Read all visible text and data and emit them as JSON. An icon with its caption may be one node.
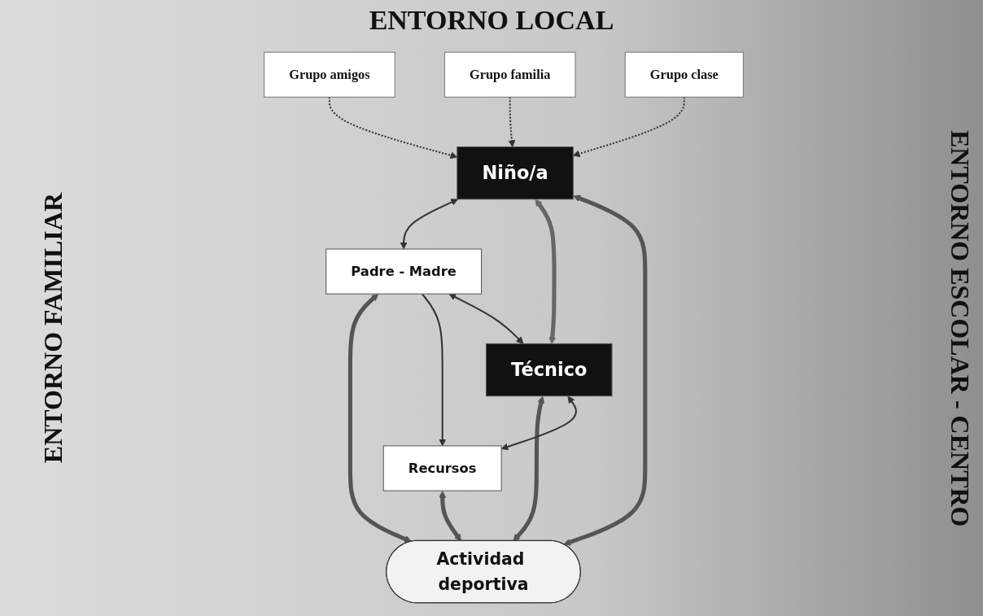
{
  "diagram": {
    "nodes": [
      {
        "text": [
          "Grupo amigos"
        ]
      },
      {
        "text": [
          "Grupo familia"
        ]
      },
      {
        "text": [
          "Niño/a"
        ]
      },
      {
        "text": [
          "Grupo clase"
        ]
      },
      {
        "text": [
          "Padre - Madre"
        ]
      },
      {
        "text": [
          "Actividad deportiva"
        ]
      },
      {
        "text": [
          "Técnico"
        ]
      },
      {
        "text": [
          "Recursos"
        ]
      }
    ],
    "edges": [
      {
        "from": 0,
        "to": 2,
        "arrow": "to",
        "style": "dashed"
      },
      {
        "from": 1,
        "to": 2,
        "arrow": "to",
        "style": "dashed"
      },
      {
        "from": 3,
        "to": 2,
        "arrow": "to",
        "style": "dashed"
      },
      {
        "from": 2,
        "to": 4,
        "arrow": "both"
      },
      {
        "from": 2,
        "to": 6,
        "arrow": "both",
        "style": "thick",
        "color": "#666666"
      },
      {
        "from": 2,
        "to": 5,
        "arrow": "both",
        "style": "thick",
        "color": "#555555"
      },
      {
        "from": 4,
        "to": 5,
        "arrow": "both",
        "style": "thick",
        "color": "#555555"
      },
      {
        "from": 6,
        "to": 5,
        "arrow": "both",
        "style": "thick",
        "color": "#555555"
      },
      {
        "from": 7,
        "to": 5,
        "arrow": "both",
        "style": "thick",
        "color": "#555555"
      },
      {
        "from": 4,
        "to": 7,
        "arrow": "to"
      },
      {
        "from": 6,
        "to": 7,
        "arrow": "both"
      },
      {
        "from": 4,
        "to": 6,
        "arrow": "both"
      }
    ],
    "labels": [
      "ENTORNO LOCAL",
      "ENTORNO FAMILIAR",
      "ENTORNO ESCOLAR - CENTRO"
    ]
  }
}
